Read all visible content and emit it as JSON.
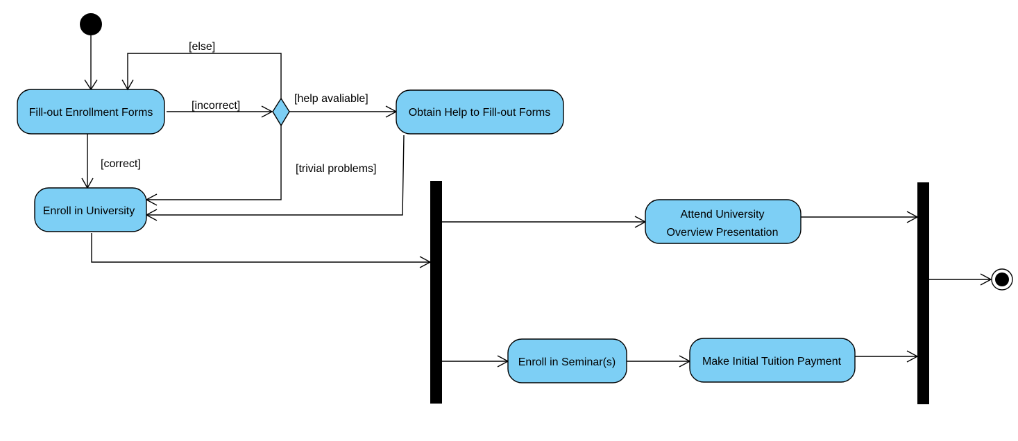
{
  "colors": {
    "node_fill": "#7dcff5",
    "stroke": "#000000",
    "background": "#ffffff"
  },
  "nodes": {
    "fill_forms": "Fill-out Enrollment Forms",
    "obtain_help": "Obtain Help to Fill-out Forms",
    "enroll_university": "Enroll in University",
    "attend_line1": "Attend University",
    "attend_line2": "Overview Presentation",
    "enroll_seminar": "Enroll in Seminar(s)",
    "make_payment": "Make Initial Tuition Payment"
  },
  "guards": {
    "else": "[else]",
    "incorrect": "[incorrect]",
    "help_available": "[help avaliable]",
    "correct": "[correct]",
    "trivial": "[trivial problems]"
  }
}
